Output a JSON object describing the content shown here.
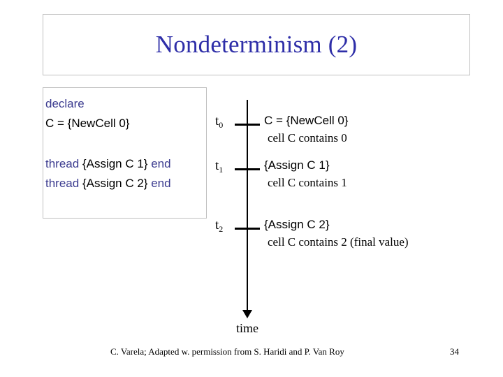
{
  "slide": {
    "title": "Nondeterminism (2)",
    "title_color": "#2e2ea8",
    "keyword_color": "#3b3b8f"
  },
  "code_box": {
    "lines": [
      {
        "keyword": "declare",
        "rest": ""
      },
      {
        "keyword": "",
        "rest": "C = {NewCell 0}"
      },
      {
        "keyword": "thread",
        "rest": " {Assign C 1} ",
        "keyword_end": "end"
      },
      {
        "keyword": "thread",
        "rest": " {Assign C 2} ",
        "keyword_end": "end"
      }
    ],
    "line1_keyword": "declare",
    "line2_text": "C = {NewCell 0}",
    "line3_keyword_start": "thread",
    "line3_middle": " {Assign C 1} ",
    "line3_keyword_end": "end",
    "line4_keyword_start": "thread",
    "line4_middle": " {Assign C 2} ",
    "line4_keyword_end": "end"
  },
  "timeline": {
    "axis_label": "time",
    "events": [
      {
        "time_label": "t",
        "time_sub": "0",
        "action": "C = {NewCell 0}",
        "state": "cell C contains 0"
      },
      {
        "time_label": "t",
        "time_sub": "1",
        "action": "{Assign C 1}",
        "state": "cell C contains 1"
      },
      {
        "time_label": "t",
        "time_sub": "2",
        "action": "{Assign C 2}",
        "state": "cell C contains 2 (final value)"
      }
    ]
  },
  "footer": {
    "credit": "C. Varela; Adapted w. permission from S. Haridi and P. Van Roy",
    "page_number": "34"
  }
}
